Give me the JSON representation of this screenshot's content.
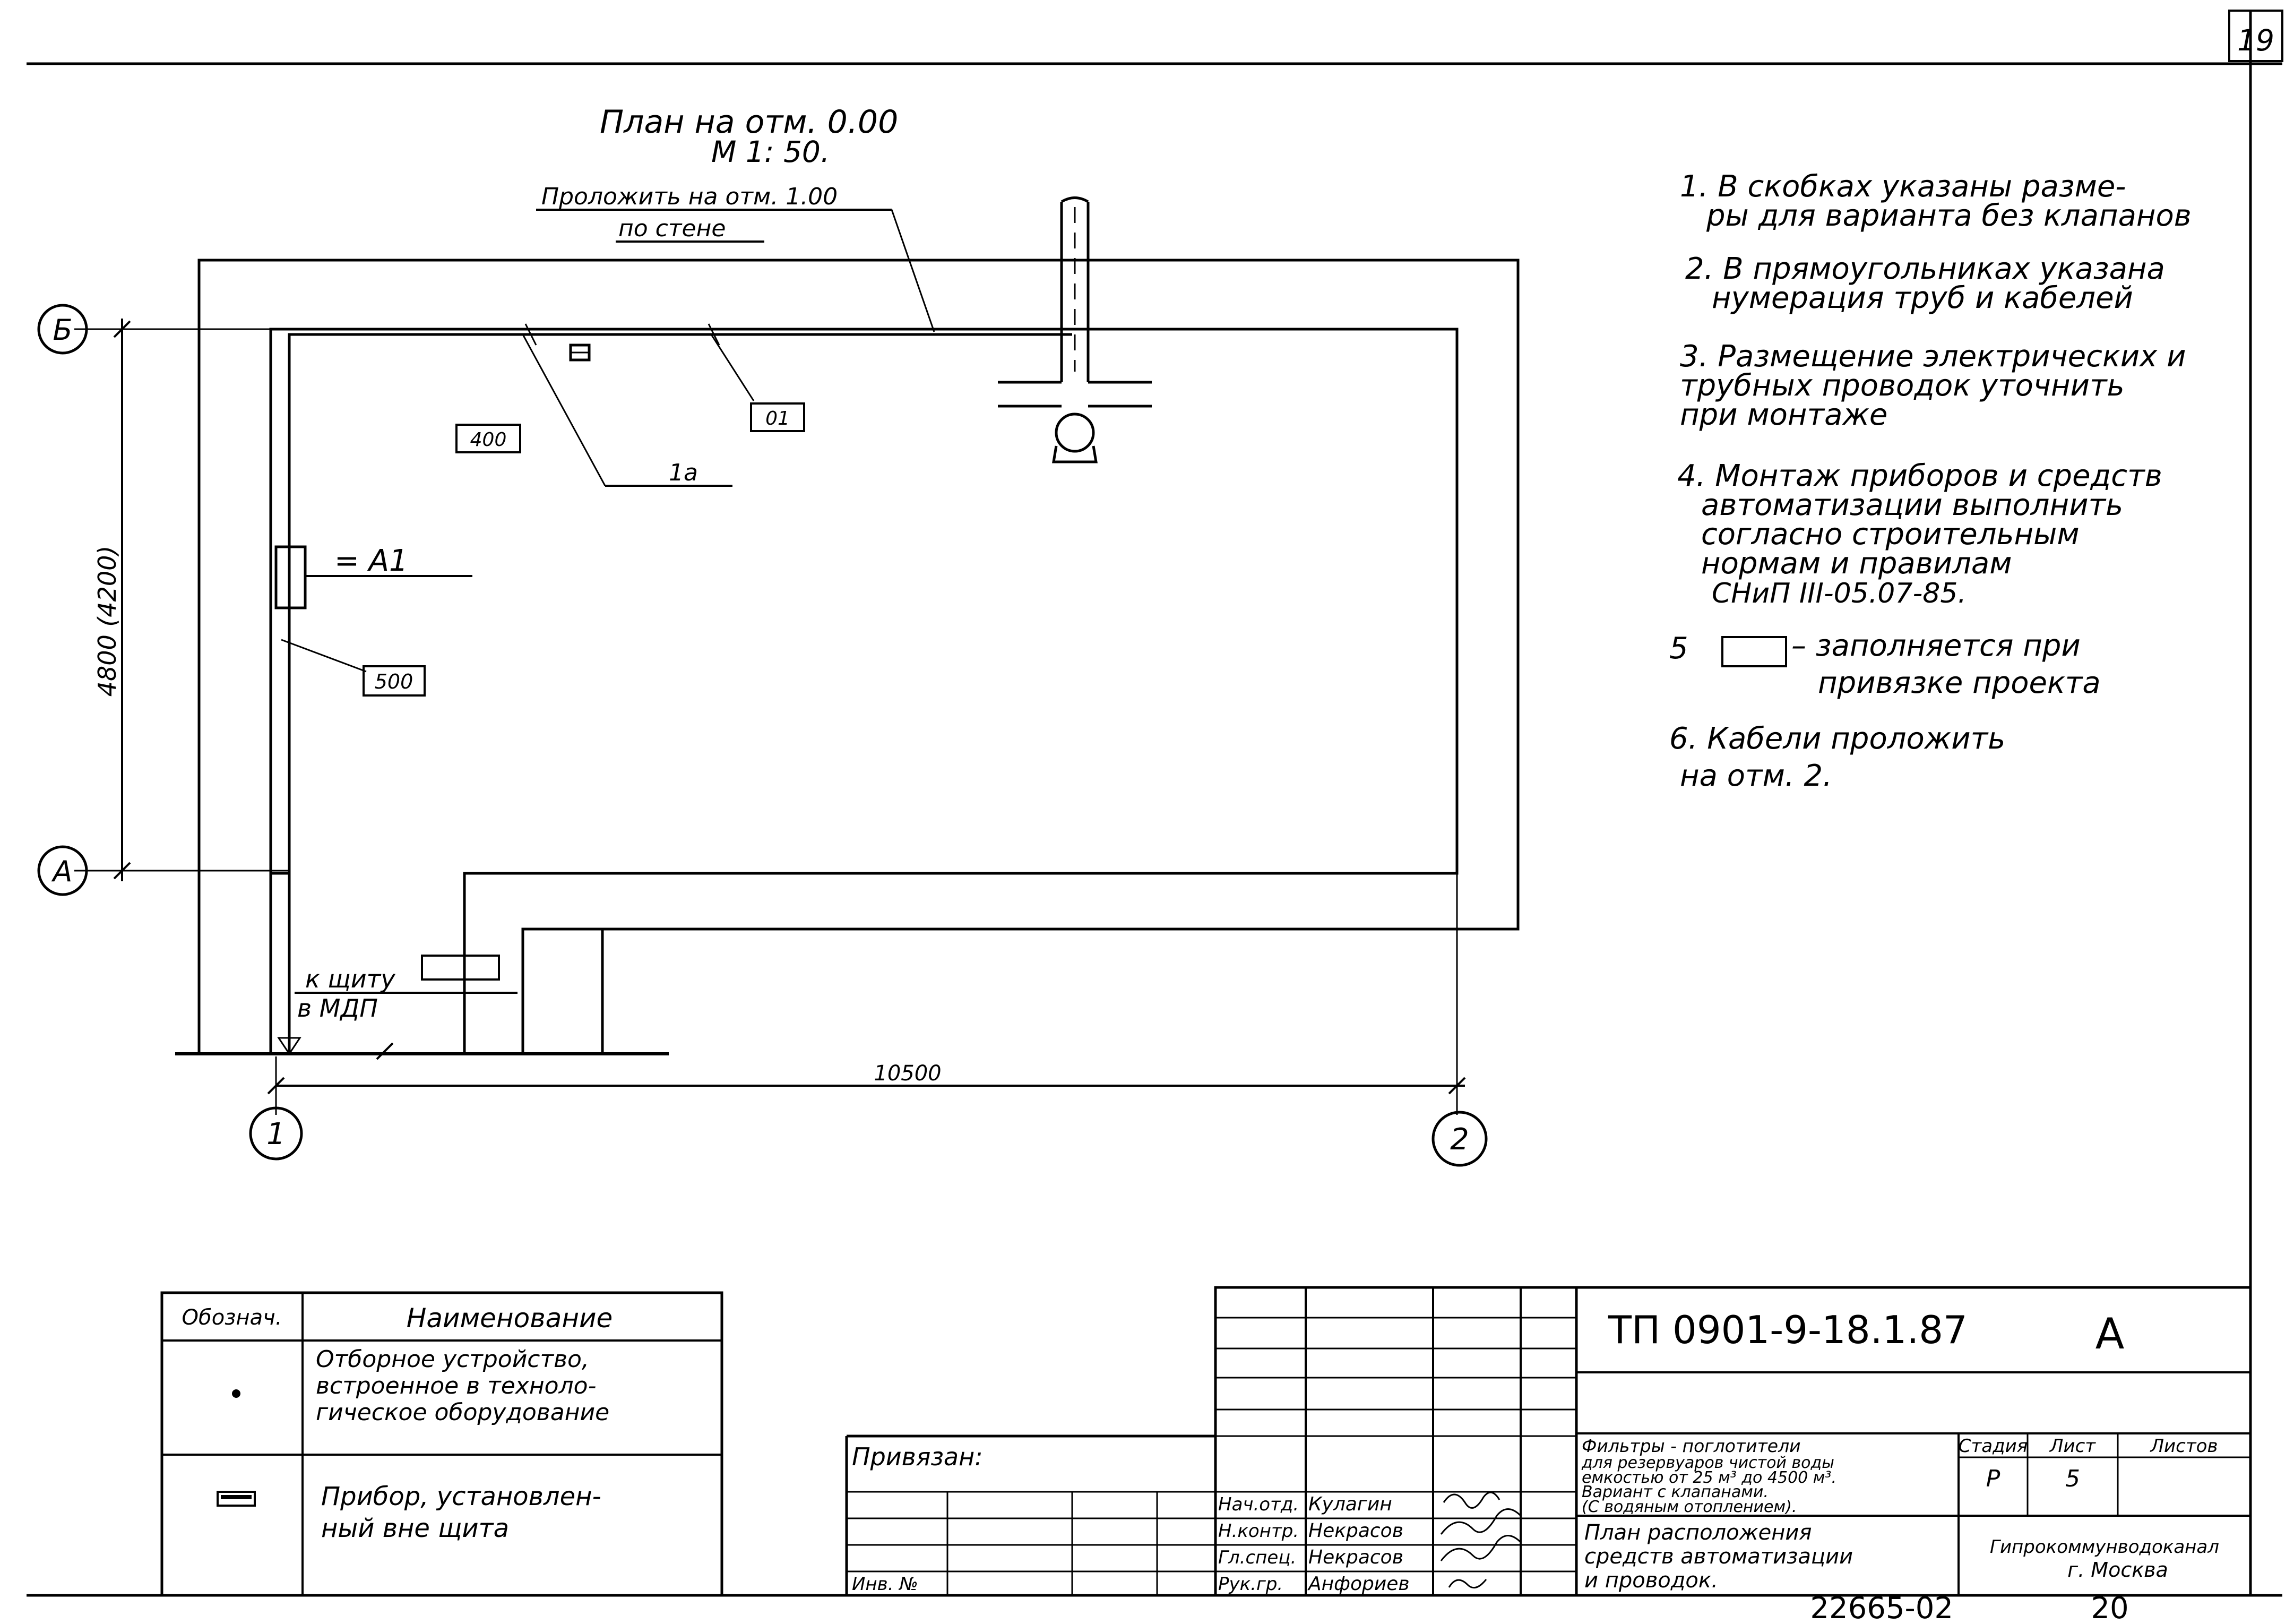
{
  "page": {
    "number": "19",
    "bottom_code": "22665-02",
    "bottom_page": "20"
  },
  "plan": {
    "title": "План на отм. 0.00",
    "scale": "М 1: 50.",
    "lay_note_line1": "Проложить на отм. 1.00",
    "lay_note_line2": "по стене",
    "axis_1": "1",
    "axis_2": "2",
    "axis_a": "А",
    "axis_b": "Б",
    "dim_horizontal": "10500",
    "dim_vertical": "4800 (4200)",
    "tag_400": "400",
    "tag_01": "01",
    "tag_1a": "1а",
    "tag_500": "500",
    "panel_label": "= А1",
    "to_board_line1": "к щиту",
    "to_board_line2": "в МДП"
  },
  "notes": [
    [
      "1. В скобках указаны разме-",
      "ры для варианта без клапанов"
    ],
    [
      "2. В прямоугольниках указана",
      "нумерация труб и кабелей"
    ],
    [
      "3. Размещение электрических и",
      "трубных проводок уточнить",
      "при монтаже"
    ],
    [
      "4. Монтаж приборов и средств",
      "автоматизации выполнить",
      "согласно строительным",
      "нормам и правилам",
      "СНиП III-05.07-85."
    ],
    [
      "5",
      "– заполняется при",
      "привязке проекта"
    ],
    [
      "6. Кабели проложить",
      "на отм. 2."
    ]
  ],
  "legend": {
    "col1": "Обознач.",
    "col2": "Наименование",
    "row1": [
      "Отборное устройство,",
      "встроенное в техноло-",
      "гическое оборудование"
    ],
    "row2": [
      "Прибор, установлен-",
      "ный вне щита"
    ]
  },
  "title_block": {
    "code": "ТП 0901-9-18.1.87",
    "letter": "А",
    "privyazan": "Привязан:",
    "inv": "Инв. №",
    "desc": [
      "Фильтры - поглотители",
      "для резервуаров чистой воды",
      "емкостью от 25 м³ до 4500 м³.",
      "Вариант с клапанами.",
      "(С водяным отоплением)."
    ],
    "sheet_title": [
      "План расположения",
      "средств автоматизации",
      "и проводок."
    ],
    "stage_label": "Стадия",
    "sheet_label": "Лист",
    "sheets_label": "Листов",
    "stage": "Р",
    "sheet": "5",
    "org": [
      "Гипрокоммунводоканал",
      "г. Москва"
    ],
    "staff": [
      [
        "Нач.отд.",
        "Кулагин"
      ],
      [
        "Н.контр.",
        "Некрасов"
      ],
      [
        "Гл.спец.",
        "Некрасов"
      ],
      [
        "Рук.гр.",
        "Анфориев"
      ]
    ]
  }
}
